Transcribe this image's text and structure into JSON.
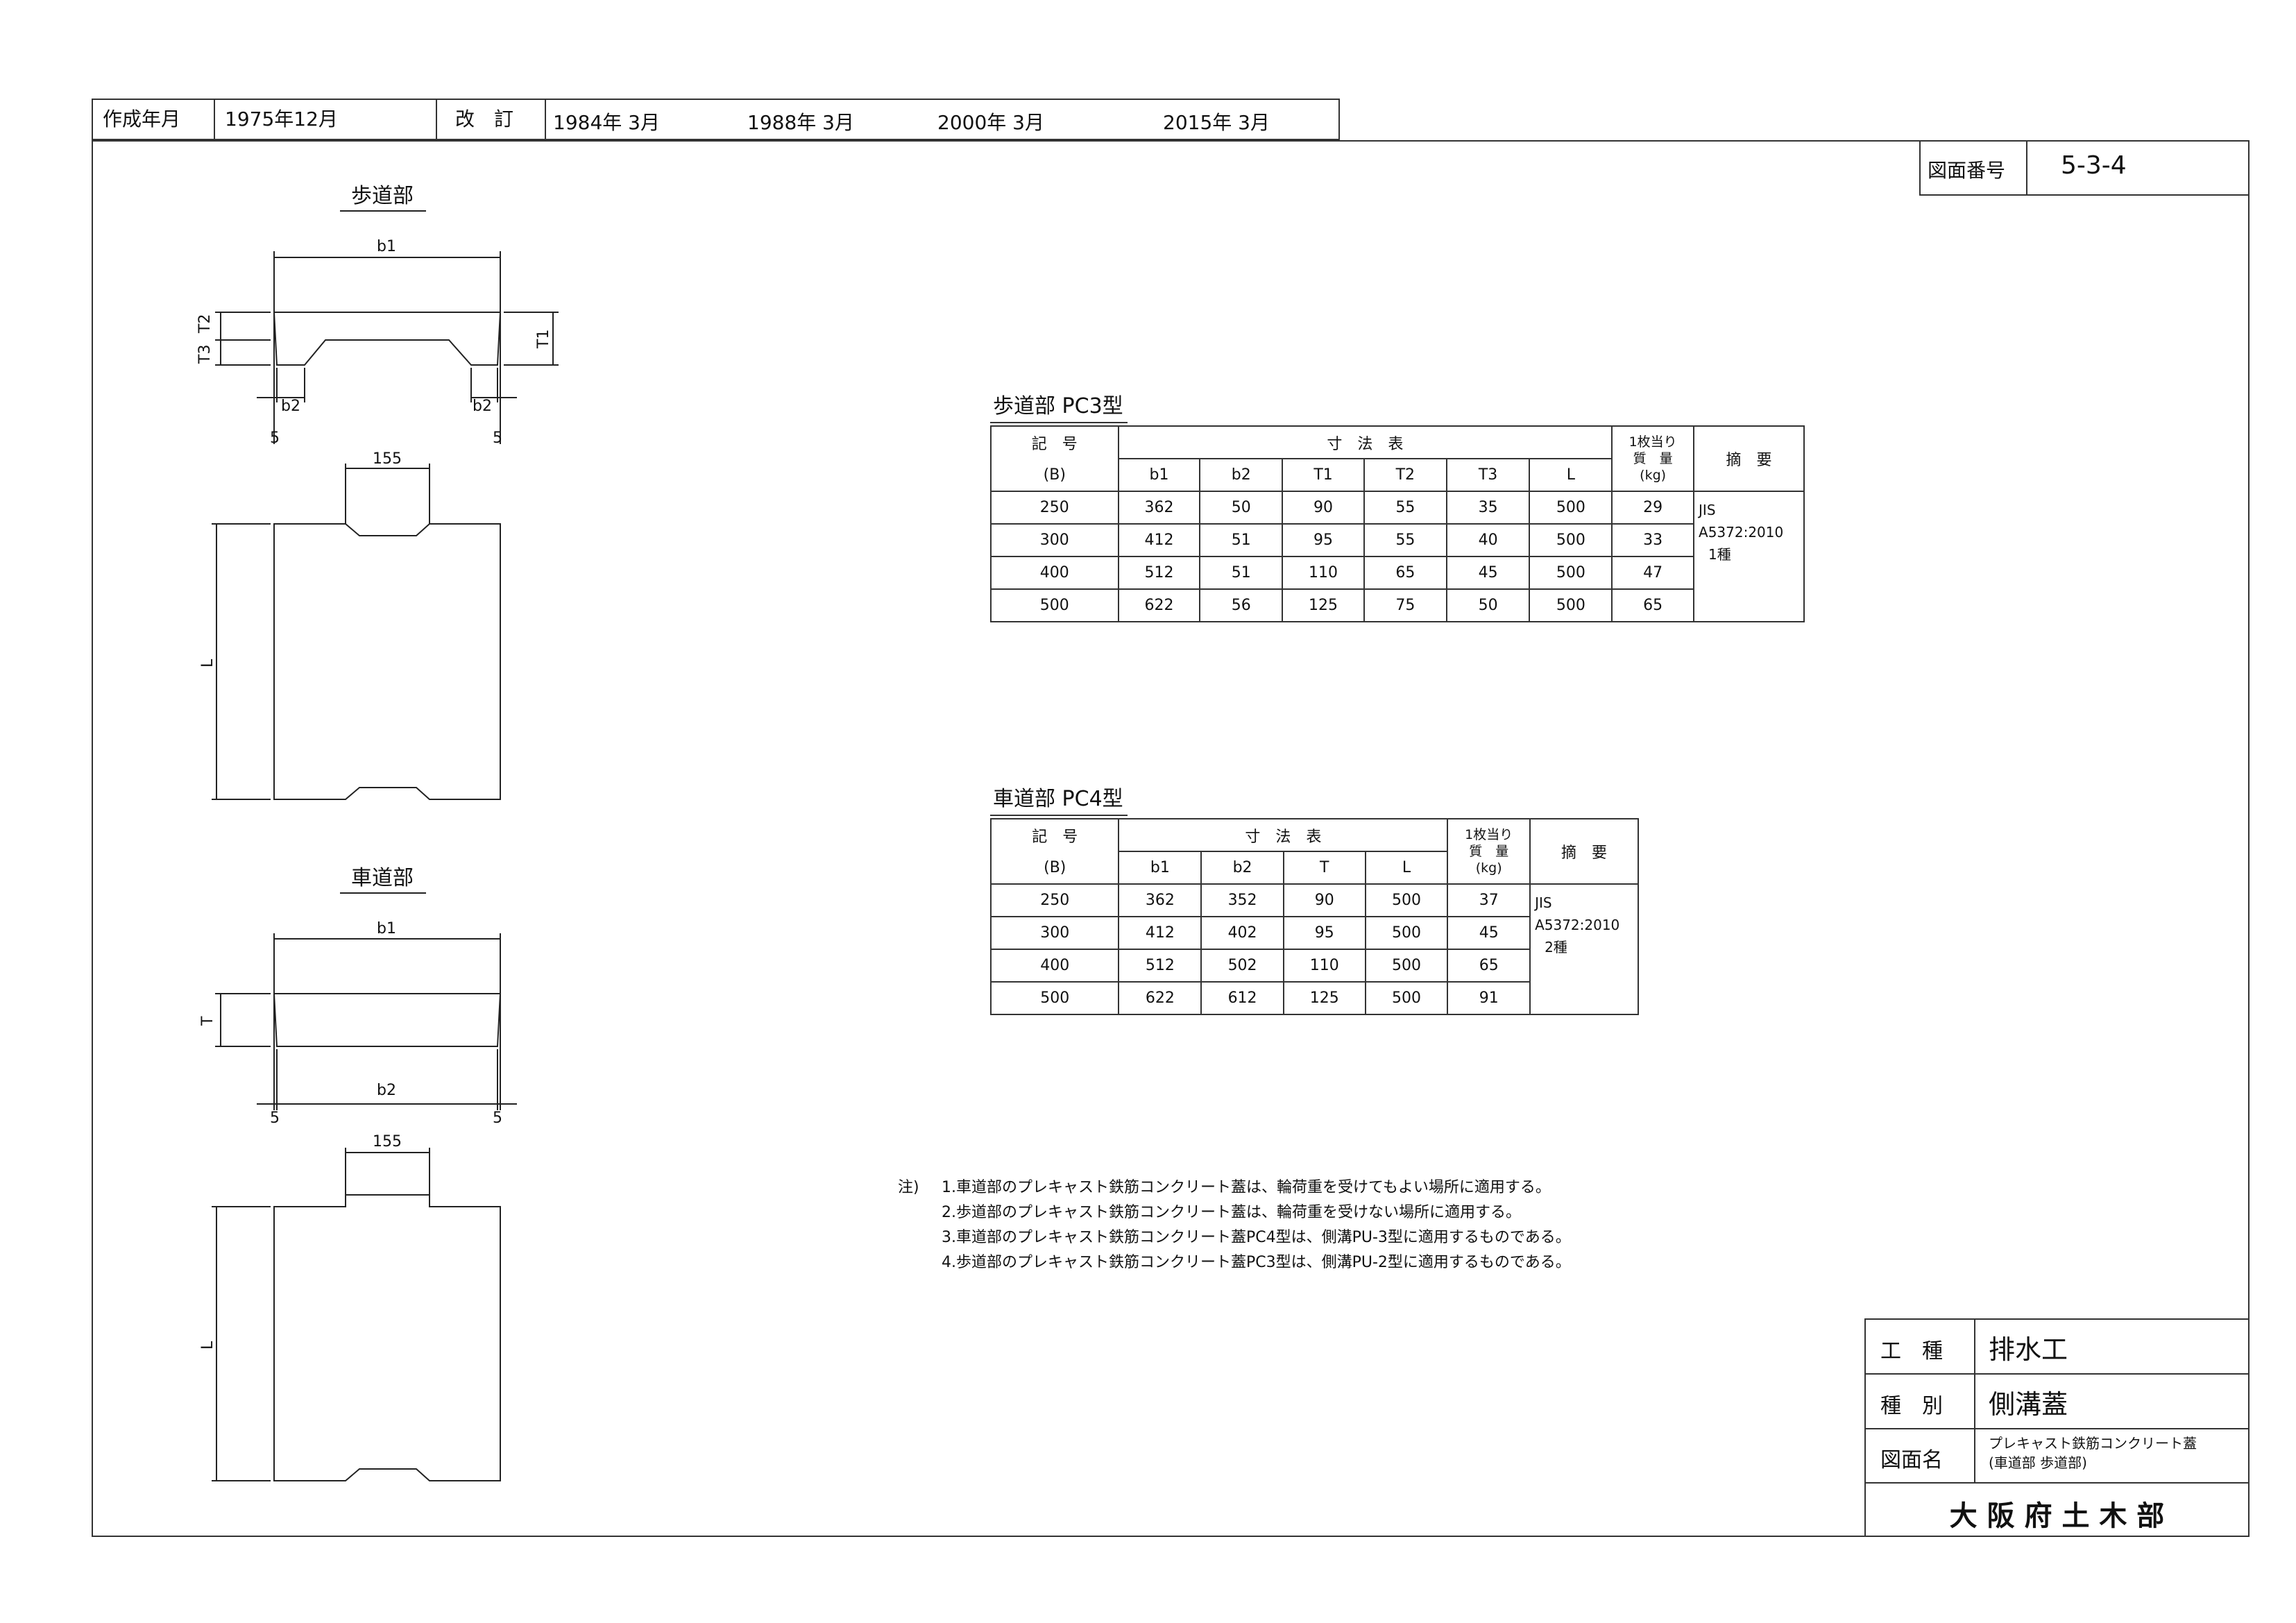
{
  "header": {
    "created_label": "作成年月",
    "created_value": "1975年12月",
    "revision_label": "改　訂",
    "revisions": [
      "1984年 3月",
      "1988年 3月",
      "2000年 3月",
      "2015年 3月"
    ]
  },
  "drawing_number": {
    "label": "図面番号",
    "value": "5-3-4"
  },
  "drawings": {
    "sidewalk_title": "歩道部",
    "roadway_title": "車道部",
    "dims": {
      "b1": "b1",
      "b2": "b2",
      "T1": "T1",
      "T2": "T2",
      "T3": "T3",
      "T": "T",
      "L": "L",
      "five": "5",
      "notch": "155"
    }
  },
  "table_pc3": {
    "title": "歩道部 PC3型",
    "h_symbol": "記　号",
    "h_b": "(B)",
    "h_dims": "寸　法　表",
    "h_weight": [
      "1枚当り",
      "質　量",
      "(kg)"
    ],
    "h_remarks": "摘　要",
    "columns": [
      "b1",
      "b2",
      "T1",
      "T2",
      "T3",
      "L"
    ],
    "rows": [
      [
        "250",
        "362",
        "50",
        "90",
        "55",
        "35",
        "500",
        "29"
      ],
      [
        "300",
        "412",
        "51",
        "95",
        "55",
        "40",
        "500",
        "33"
      ],
      [
        "400",
        "512",
        "51",
        "110",
        "65",
        "45",
        "500",
        "47"
      ],
      [
        "500",
        "622",
        "56",
        "125",
        "75",
        "50",
        "500",
        "65"
      ]
    ],
    "remarks": [
      "JIS A5372:2010",
      "1種"
    ]
  },
  "table_pc4": {
    "title": "車道部 PC4型",
    "h_symbol": "記　号",
    "h_b": "(B)",
    "h_dims": "寸　法　表",
    "h_weight": [
      "1枚当り",
      "質　量",
      "(kg)"
    ],
    "h_remarks": "摘　要",
    "columns": [
      "b1",
      "b2",
      "T",
      "L"
    ],
    "rows": [
      [
        "250",
        "362",
        "352",
        "90",
        "500",
        "37"
      ],
      [
        "300",
        "412",
        "402",
        "95",
        "500",
        "45"
      ],
      [
        "400",
        "512",
        "502",
        "110",
        "500",
        "65"
      ],
      [
        "500",
        "622",
        "612",
        "125",
        "500",
        "91"
      ]
    ],
    "remarks": [
      "JIS A5372:2010",
      "2種"
    ]
  },
  "notes": {
    "label": "注)",
    "items": [
      "1.車道部のプレキャスト鉄筋コンクリート蓋は、輪荷重を受けてもよい場所に適用する。",
      "2.歩道部のプレキャスト鉄筋コンクリート蓋は、輪荷重を受けない場所に適用する。",
      "3.車道部のプレキャスト鉄筋コンクリート蓋PC4型は、側溝PU-3型に適用するものである。",
      "4.歩道部のプレキャスト鉄筋コンクリート蓋PC3型は、側溝PU-2型に適用するものである。"
    ]
  },
  "title_block": {
    "work_type_label": "工　種",
    "work_type": "排水工",
    "category_label": "種　別",
    "category": "側溝蓋",
    "drawing_name_label": "図面名",
    "drawing_name": [
      "プレキャスト鉄筋コンクリート蓋",
      "(車道部 歩道部)"
    ],
    "org": "大 阪 府 土 木 部"
  }
}
